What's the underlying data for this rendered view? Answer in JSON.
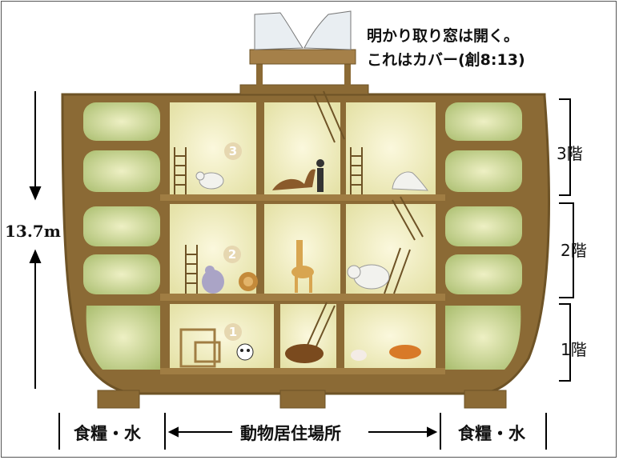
{
  "caption": {
    "line1": "明かり取り窓は開く。",
    "line2": "これはカバー(創8:13)"
  },
  "height_label": "13.7m",
  "floors": {
    "third": "3階",
    "second": "2階",
    "first": "1階"
  },
  "floor_numbers": {
    "n3": "3",
    "n2": "2",
    "n1": "1"
  },
  "bottom_labels": {
    "left": "食糧・水",
    "middle": "動物居住場所",
    "right": "食糧・水"
  },
  "colors": {
    "wood": "#8b6a35",
    "wood_dark": "#6e5326",
    "room_light": "#f3f0c8",
    "room_green": "#c9d7a0"
  }
}
